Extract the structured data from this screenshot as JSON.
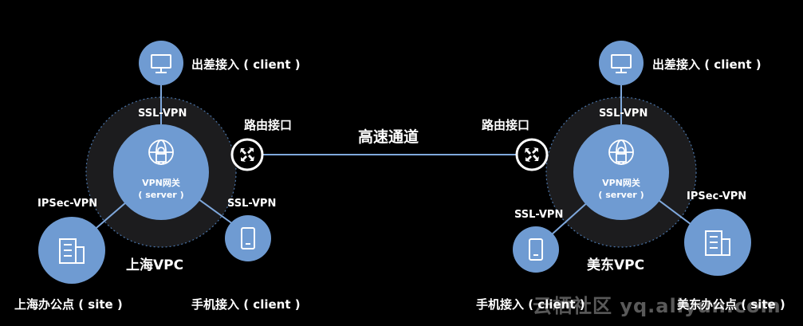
{
  "diagram": {
    "title": "高速通道",
    "shanghai": {
      "vpc_name": "上海VPC",
      "gateway_line1": "VPN网关",
      "gateway_line2": "( server )",
      "ssl_vpn_top": "SSL-VPN",
      "ssl_vpn_side": "SSL-VPN",
      "ipsec_vpn": "IPSec-VPN",
      "travel_access": "出差接入 ( client )",
      "mobile_access": "手机接入 ( client )",
      "office_site": "上海办公点 ( site )",
      "router_interface": "路由接口"
    },
    "useast": {
      "vpc_name": "美东VPC",
      "gateway_line1": "VPN网关",
      "gateway_line2": "( server )",
      "ssl_vpn_top": "SSL-VPN",
      "ssl_vpn_side": "SSL-VPN",
      "ipsec_vpn": "IPSec-VPN",
      "travel_access": "出差接入 ( client )",
      "mobile_access": "手机接入 ( client )",
      "office_site": "美东办公点 ( site )",
      "router_interface": "路由接口"
    },
    "watermark": "云栖社区 yq.aliyun.com",
    "colors": {
      "node_blue": "#6F9BD2",
      "ring_dark": "#1C1C1E",
      "line_blue": "#7FA8DC",
      "router_fill": "#FFFFFF",
      "background": "#000000"
    }
  }
}
